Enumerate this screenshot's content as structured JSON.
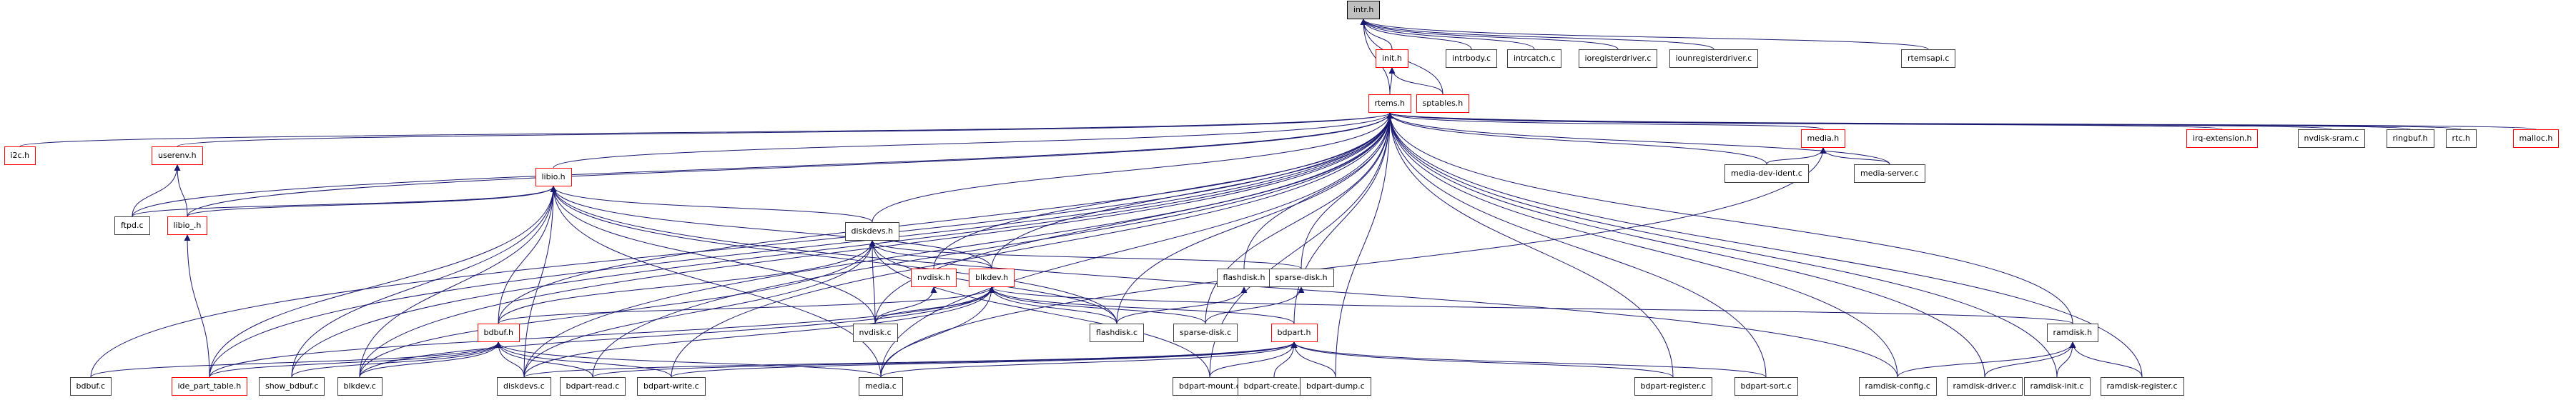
{
  "diagram": {
    "title": "intr.h include dependency graph",
    "colors": {
      "edge": "#191970",
      "linked_border": "#ff0000",
      "plain_border": "#404040",
      "root_fill": "#bfbfbf"
    },
    "nodes": [
      {
        "id": "intr_h",
        "label": "intr.h",
        "kind": "root"
      },
      {
        "id": "init_h",
        "label": "init.h",
        "kind": "red"
      },
      {
        "id": "intrbody_c",
        "label": "intrbody.c",
        "kind": "plain"
      },
      {
        "id": "intrcatch_c",
        "label": "intrcatch.c",
        "kind": "plain"
      },
      {
        "id": "ioregisterdriver_c",
        "label": "ioregisterdriver.c",
        "kind": "plain"
      },
      {
        "id": "iounregisterdriver_c",
        "label": "iounregisterdriver.c",
        "kind": "plain"
      },
      {
        "id": "rtemsapi_c",
        "label": "rtemsapi.c",
        "kind": "plain"
      },
      {
        "id": "rtems_h",
        "label": "rtems.h",
        "kind": "red"
      },
      {
        "id": "sptables_h",
        "label": "sptables.h",
        "kind": "red"
      },
      {
        "id": "i2c_h",
        "label": "i2c.h",
        "kind": "red"
      },
      {
        "id": "userenv_h",
        "label": "userenv.h",
        "kind": "red"
      },
      {
        "id": "ftpd_c",
        "label": "ftpd.c",
        "kind": "plain"
      },
      {
        "id": "libio__h",
        "label": "libio_.h",
        "kind": "red"
      },
      {
        "id": "libio_h",
        "label": "libio.h",
        "kind": "red"
      },
      {
        "id": "diskdevs_h",
        "label": "diskdevs.h",
        "kind": "plain"
      },
      {
        "id": "nvdisk_h",
        "label": "nvdisk.h",
        "kind": "red"
      },
      {
        "id": "blkdev_h",
        "label": "blkdev.h",
        "kind": "red"
      },
      {
        "id": "flashdisk_h",
        "label": "flashdisk.h",
        "kind": "plain"
      },
      {
        "id": "sparse_disk_h",
        "label": "sparse-disk.h",
        "kind": "plain"
      },
      {
        "id": "media_h",
        "label": "media.h",
        "kind": "red"
      },
      {
        "id": "media_dev_ident_c",
        "label": "media-dev-ident.c",
        "kind": "plain"
      },
      {
        "id": "media_server_c",
        "label": "media-server.c",
        "kind": "plain"
      },
      {
        "id": "irq_extension_h",
        "label": "irq-extension.h",
        "kind": "red"
      },
      {
        "id": "nvdisk_sram_c",
        "label": "nvdisk-sram.c",
        "kind": "plain"
      },
      {
        "id": "ringbuf_h",
        "label": "ringbuf.h",
        "kind": "plain"
      },
      {
        "id": "rtc_h",
        "label": "rtc.h",
        "kind": "plain"
      },
      {
        "id": "malloc_h",
        "label": "malloc.h",
        "kind": "red"
      },
      {
        "id": "bdbuf_h",
        "label": "bdbuf.h",
        "kind": "red"
      },
      {
        "id": "nvdisk_c",
        "label": "nvdisk.c",
        "kind": "plain"
      },
      {
        "id": "flashdisk_c",
        "label": "flashdisk.c",
        "kind": "plain"
      },
      {
        "id": "sparse_disk_c",
        "label": "sparse-disk.c",
        "kind": "plain"
      },
      {
        "id": "bdpart_h",
        "label": "bdpart.h",
        "kind": "red"
      },
      {
        "id": "ramdisk_h",
        "label": "ramdisk.h",
        "kind": "plain"
      },
      {
        "id": "bdbuf_c",
        "label": "bdbuf.c",
        "kind": "plain"
      },
      {
        "id": "ide_part_table_h",
        "label": "ide_part_table.h",
        "kind": "red"
      },
      {
        "id": "show_bdbuf_c",
        "label": "show_bdbuf.c",
        "kind": "plain"
      },
      {
        "id": "blkdev_c",
        "label": "blkdev.c",
        "kind": "plain"
      },
      {
        "id": "diskdevs_c",
        "label": "diskdevs.c",
        "kind": "plain"
      },
      {
        "id": "bdpart_read_c",
        "label": "bdpart-read.c",
        "kind": "plain"
      },
      {
        "id": "bdpart_write_c",
        "label": "bdpart-write.c",
        "kind": "plain"
      },
      {
        "id": "media_c",
        "label": "media.c",
        "kind": "plain"
      },
      {
        "id": "bdpart_mount_c",
        "label": "bdpart-mount.c",
        "kind": "plain"
      },
      {
        "id": "bdpart_create_c",
        "label": "bdpart-create.c",
        "kind": "plain"
      },
      {
        "id": "bdpart_dump_c",
        "label": "bdpart-dump.c",
        "kind": "plain"
      },
      {
        "id": "bdpart_register_c",
        "label": "bdpart-register.c",
        "kind": "plain"
      },
      {
        "id": "bdpart_sort_c",
        "label": "bdpart-sort.c",
        "kind": "plain"
      },
      {
        "id": "ramdisk_config_c",
        "label": "ramdisk-config.c",
        "kind": "plain"
      },
      {
        "id": "ramdisk_driver_c",
        "label": "ramdisk-driver.c",
        "kind": "plain"
      },
      {
        "id": "ramdisk_init_c",
        "label": "ramdisk-init.c",
        "kind": "plain"
      },
      {
        "id": "ramdisk_register_c",
        "label": "ramdisk-register.c",
        "kind": "plain"
      }
    ],
    "edges": [
      [
        "init_h",
        "intr_h"
      ],
      [
        "intrbody_c",
        "intr_h"
      ],
      [
        "intrcatch_c",
        "intr_h"
      ],
      [
        "ioregisterdriver_c",
        "intr_h"
      ],
      [
        "iounregisterdriver_c",
        "intr_h"
      ],
      [
        "rtemsapi_c",
        "intr_h"
      ],
      [
        "rtems_h",
        "intr_h"
      ],
      [
        "sptables_h",
        "intr_h"
      ],
      [
        "rtems_h",
        "init_h"
      ],
      [
        "sptables_h",
        "init_h"
      ],
      [
        "i2c_h",
        "rtems_h"
      ],
      [
        "userenv_h",
        "rtems_h"
      ],
      [
        "ftpd_c",
        "rtems_h"
      ],
      [
        "libio__h",
        "rtems_h"
      ],
      [
        "libio_h",
        "rtems_h"
      ],
      [
        "diskdevs_h",
        "rtems_h"
      ],
      [
        "nvdisk_h",
        "rtems_h"
      ],
      [
        "blkdev_h",
        "rtems_h"
      ],
      [
        "flashdisk_h",
        "rtems_h"
      ],
      [
        "sparse_disk_h",
        "rtems_h"
      ],
      [
        "media_h",
        "rtems_h"
      ],
      [
        "media_dev_ident_c",
        "rtems_h"
      ],
      [
        "media_server_c",
        "rtems_h"
      ],
      [
        "irq_extension_h",
        "rtems_h"
      ],
      [
        "nvdisk_sram_c",
        "rtems_h"
      ],
      [
        "ringbuf_h",
        "rtems_h"
      ],
      [
        "rtc_h",
        "rtems_h"
      ],
      [
        "malloc_h",
        "rtems_h"
      ],
      [
        "bdbuf_h",
        "rtems_h"
      ],
      [
        "nvdisk_c",
        "rtems_h"
      ],
      [
        "flashdisk_c",
        "rtems_h"
      ],
      [
        "sparse_disk_c",
        "rtems_h"
      ],
      [
        "bdpart_h",
        "rtems_h"
      ],
      [
        "ramdisk_h",
        "rtems_h"
      ],
      [
        "bdbuf_c",
        "rtems_h"
      ],
      [
        "ide_part_table_h",
        "rtems_h"
      ],
      [
        "show_bdbuf_c",
        "rtems_h"
      ],
      [
        "blkdev_c",
        "rtems_h"
      ],
      [
        "diskdevs_c",
        "rtems_h"
      ],
      [
        "bdpart_read_c",
        "rtems_h"
      ],
      [
        "bdpart_write_c",
        "rtems_h"
      ],
      [
        "media_c",
        "rtems_h"
      ],
      [
        "bdpart_mount_c",
        "rtems_h"
      ],
      [
        "bdpart_dump_c",
        "rtems_h"
      ],
      [
        "bdpart_register_c",
        "rtems_h"
      ],
      [
        "bdpart_sort_c",
        "rtems_h"
      ],
      [
        "ramdisk_config_c",
        "rtems_h"
      ],
      [
        "ramdisk_driver_c",
        "rtems_h"
      ],
      [
        "ramdisk_init_c",
        "rtems_h"
      ],
      [
        "ramdisk_register_c",
        "rtems_h"
      ],
      [
        "ftpd_c",
        "userenv_h"
      ],
      [
        "libio__h",
        "userenv_h"
      ],
      [
        "ftpd_c",
        "libio_h"
      ],
      [
        "libio__h",
        "libio_h"
      ],
      [
        "diskdevs_h",
        "libio_h"
      ],
      [
        "bdbuf_h",
        "libio_h"
      ],
      [
        "blkdev_h",
        "libio_h"
      ],
      [
        "ide_part_table_h",
        "libio_h"
      ],
      [
        "show_bdbuf_c",
        "libio_h"
      ],
      [
        "blkdev_c",
        "libio_h"
      ],
      [
        "diskdevs_c",
        "libio_h"
      ],
      [
        "nvdisk_c",
        "libio_h"
      ],
      [
        "flashdisk_c",
        "libio_h"
      ],
      [
        "media_c",
        "libio_h"
      ],
      [
        "ramdisk_config_c",
        "libio_h"
      ],
      [
        "ide_part_table_h",
        "libio__h"
      ],
      [
        "bdbuf_h",
        "diskdevs_h"
      ],
      [
        "blkdev_h",
        "diskdevs_h"
      ],
      [
        "sparse_disk_h",
        "diskdevs_h"
      ],
      [
        "nvdisk_c",
        "diskdevs_h"
      ],
      [
        "flashdisk_c",
        "diskdevs_h"
      ],
      [
        "diskdevs_c",
        "diskdevs_h"
      ],
      [
        "blkdev_c",
        "diskdevs_h"
      ],
      [
        "bdpart_mount_c",
        "diskdevs_h"
      ],
      [
        "nvdisk_c",
        "nvdisk_h"
      ],
      [
        "bdbuf_h",
        "blkdev_h"
      ],
      [
        "nvdisk_c",
        "blkdev_h"
      ],
      [
        "flashdisk_c",
        "blkdev_h"
      ],
      [
        "sparse_disk_c",
        "blkdev_h"
      ],
      [
        "bdpart_h",
        "blkdev_h"
      ],
      [
        "ramdisk_h",
        "blkdev_h"
      ],
      [
        "ide_part_table_h",
        "blkdev_h"
      ],
      [
        "blkdev_c",
        "blkdev_h"
      ],
      [
        "diskdevs_c",
        "blkdev_h"
      ],
      [
        "media_c",
        "blkdev_h"
      ],
      [
        "flashdisk_c",
        "flashdisk_h"
      ],
      [
        "sparse_disk_c",
        "sparse_disk_h"
      ],
      [
        "media_dev_ident_c",
        "media_h"
      ],
      [
        "media_server_c",
        "media_h"
      ],
      [
        "media_c",
        "media_h"
      ],
      [
        "bdbuf_c",
        "bdbuf_h"
      ],
      [
        "ide_part_table_h",
        "bdbuf_h"
      ],
      [
        "show_bdbuf_c",
        "bdbuf_h"
      ],
      [
        "blkdev_c",
        "bdbuf_h"
      ],
      [
        "diskdevs_c",
        "bdbuf_h"
      ],
      [
        "bdpart_read_c",
        "bdbuf_h"
      ],
      [
        "bdpart_write_c",
        "bdbuf_h"
      ],
      [
        "media_c",
        "bdbuf_h"
      ],
      [
        "diskdevs_c",
        "bdpart_h"
      ],
      [
        "bdpart_read_c",
        "bdpart_h"
      ],
      [
        "bdpart_write_c",
        "bdpart_h"
      ],
      [
        "media_c",
        "bdpart_h"
      ],
      [
        "bdpart_mount_c",
        "bdpart_h"
      ],
      [
        "bdpart_create_c",
        "bdpart_h"
      ],
      [
        "bdpart_dump_c",
        "bdpart_h"
      ],
      [
        "bdpart_register_c",
        "bdpart_h"
      ],
      [
        "bdpart_sort_c",
        "bdpart_h"
      ],
      [
        "ramdisk_config_c",
        "ramdisk_h"
      ],
      [
        "ramdisk_driver_c",
        "ramdisk_h"
      ],
      [
        "ramdisk_init_c",
        "ramdisk_h"
      ],
      [
        "ramdisk_register_c",
        "ramdisk_h"
      ]
    ]
  }
}
